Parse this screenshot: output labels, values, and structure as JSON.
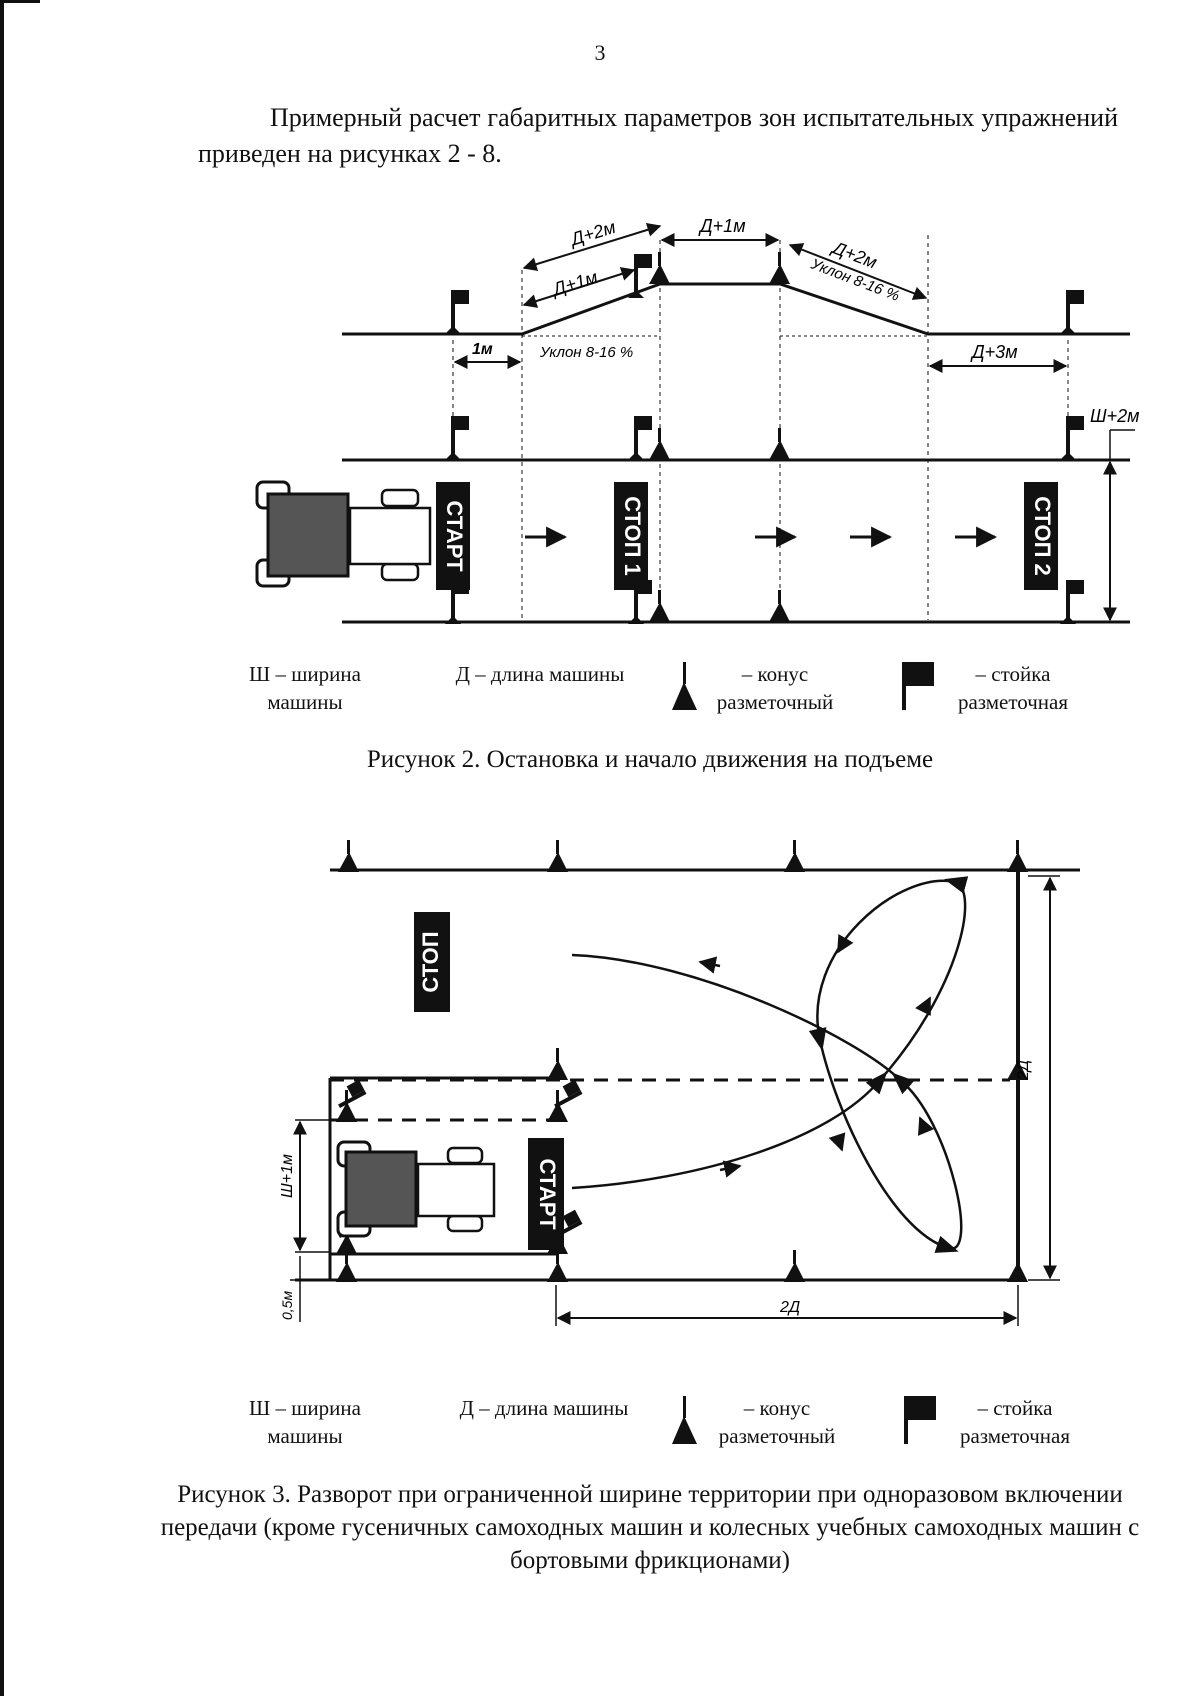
{
  "page": {
    "number": "3",
    "intro_text": "Примерный расчет габаритных параметров зон испытательных упражнений приведен на рисунках 2 - 8."
  },
  "figure2": {
    "caption": "Рисунок 2. Остановка и начало движения на подъеме",
    "dimension_labels": {
      "d_plus_2m_left": "Д+2м",
      "d_plus_1m_left": "Д+1м",
      "d_plus_1m_top": "Д+1м",
      "d_plus_2m_right": "Д+2м",
      "slope_right": "Уклон 8-16 %",
      "one_m": "1м",
      "slope_left": "Уклон 8-16 %",
      "d_plus_3m": "Д+3м",
      "w_plus_2m": "Ш+2м"
    },
    "signs": {
      "start": "СТАРТ",
      "stop1": "СТОП 1",
      "stop2": "СТОП 2"
    }
  },
  "figure3": {
    "caption": "Рисунок 3. Разворот при ограниченной ширине территории при одноразовом включении передачи (кроме гусеничных самоходных машин и колесных учебных самоходных машин с бортовыми фрикционами)",
    "dimension_labels": {
      "two_d_vertical": "2Д",
      "two_d_horizontal": "2Д",
      "w_plus_1m": "Ш+1м",
      "half_m": "0,5м"
    },
    "signs": {
      "stop": "СТОП",
      "start": "СТАРТ"
    }
  },
  "legend": {
    "width_line1": "Ш – ширина",
    "width_line2": "машины",
    "length": "Д – длина машины",
    "cone_line1": "– конус",
    "cone_line2": "разметочный",
    "post_line1": "– стойка",
    "post_line2": "разметочная"
  }
}
